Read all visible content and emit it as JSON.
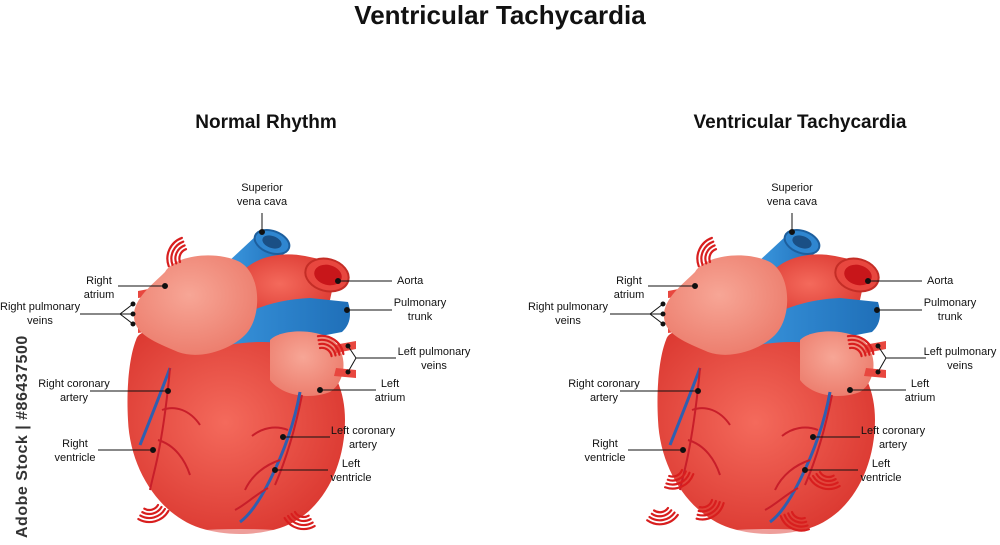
{
  "title": "Ventricular Tachycardia",
  "panels": [
    {
      "title": "Normal Rhythm",
      "labels": {
        "superior_vena_cava": [
          "Superior",
          "vena cava"
        ],
        "aorta": "Aorta",
        "right_atrium": [
          "Right",
          "atrium"
        ],
        "right_pulmonary_veins": [
          "Right pulmonary",
          "veins"
        ],
        "pulmonary_trunk": [
          "Pulmonary",
          "trunk"
        ],
        "left_pulmonary_veins": [
          "Left pulmonary",
          "veins"
        ],
        "right_coronary_artery": [
          "Right coronary",
          "artery"
        ],
        "left_atrium": [
          "Left",
          "atrium"
        ],
        "left_coronary_artery": [
          "Left coronary",
          "artery"
        ],
        "right_ventricle": [
          "Right",
          "ventricle"
        ],
        "left_ventricle": [
          "Left",
          "ventricle"
        ]
      }
    },
    {
      "title": "Ventricular Tachycardia",
      "labels": {
        "superior_vena_cava": [
          "Superior",
          "vena cava"
        ],
        "aorta": "Aorta",
        "right_atrium": [
          "Right",
          "atrium"
        ],
        "right_pulmonary_veins": [
          "Right pulmonary",
          "veins"
        ],
        "pulmonary_trunk": [
          "Pulmonary",
          "trunk"
        ],
        "left_pulmonary_veins": [
          "Left pulmonary",
          "veins"
        ],
        "right_coronary_artery": [
          "Right coronary",
          "artery"
        ],
        "left_atrium": [
          "Left",
          "atrium"
        ],
        "left_coronary_artery": [
          "Left coronary",
          "artery"
        ],
        "right_ventricle": [
          "Right",
          "ventricle"
        ],
        "left_ventricle": [
          "Left",
          "ventricle"
        ]
      }
    }
  ],
  "side_watermark": "Adobe Stock | #86437500",
  "colors": {
    "heart_red": "#e8473f",
    "atrium_pink": "#f28c7c",
    "vein_blue": "#2f86d0",
    "vibration_red": "#d81e1e"
  }
}
